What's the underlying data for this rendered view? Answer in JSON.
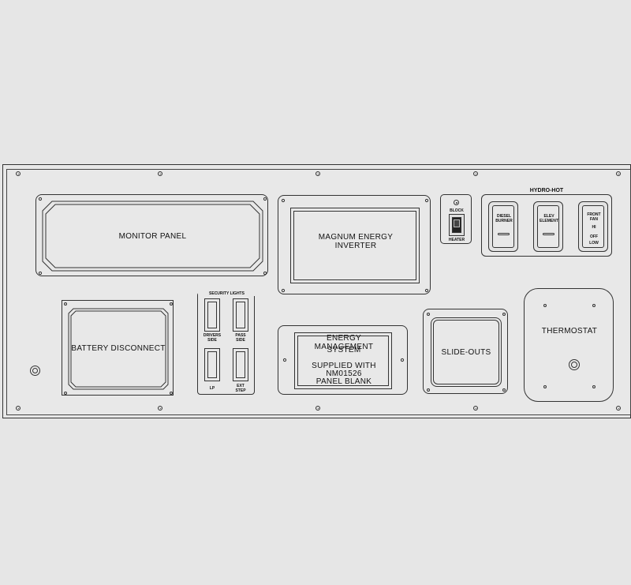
{
  "labels": {
    "monitor_panel": "MONITOR PANEL",
    "magnum_line1": "MAGNUM ENERGY",
    "magnum_line2": "INVERTER",
    "block": "BLOCK",
    "heater": "HEATER",
    "hydro_hot": "HYDRO-HOT",
    "diesel_burner_1": "DIESEL",
    "diesel_burner_2": "BURNER",
    "elec_element_1": "ELEV",
    "elec_element_2": "ELEMENT",
    "front_fan_1": "FRONT",
    "front_fan_2": "FAN",
    "hi": "HI",
    "off": "OFF",
    "low": "LOW",
    "security_lights": "SECURITY LIGHTS",
    "drivers_side_1": "DRIVERS",
    "drivers_side_2": "SIDE",
    "pass_side_1": "PASS",
    "pass_side_2": "SIDE",
    "lp": "LP",
    "ext_step_1": "EXT",
    "ext_step_2": "STEP",
    "battery_disconnect": "BATTERY DISCONNECT",
    "ems_line1": "ENERGY MANAGEMENT",
    "ems_line2": "SYSTEM",
    "ems_line3": "SUPPLIED WITH",
    "ems_line4": "NM01526",
    "ems_line5": "PANEL BLANK",
    "slide_outs": "SLIDE-OUTS",
    "thermostat": "THERMOSTAT"
  }
}
